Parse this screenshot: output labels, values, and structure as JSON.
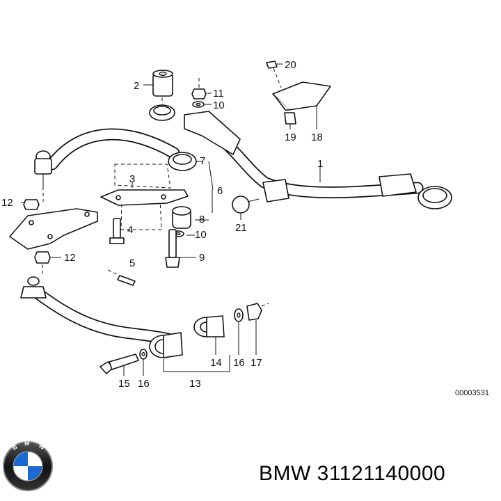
{
  "callouts": {
    "p1": "1",
    "p2": "2",
    "p3": "3",
    "p4": "4",
    "p5": "5",
    "p6": "6",
    "p7": "7",
    "p8": "8",
    "p9": "9",
    "p10a": "10",
    "p10b": "10",
    "p11": "11",
    "p12a": "12",
    "p12b": "12",
    "p13": "13",
    "p14": "14",
    "p15": "15",
    "p16a": "16",
    "p16b": "16",
    "p17": "17",
    "p18": "18",
    "p19": "19",
    "p20": "20",
    "p21": "21"
  },
  "diagram_code": "00003531",
  "caption": "BMW 31121140000",
  "logo": {
    "brand": "BMW",
    "colors": {
      "blue": "#1c69d4",
      "black": "#1a1a1a",
      "white": "#ffffff"
    }
  }
}
